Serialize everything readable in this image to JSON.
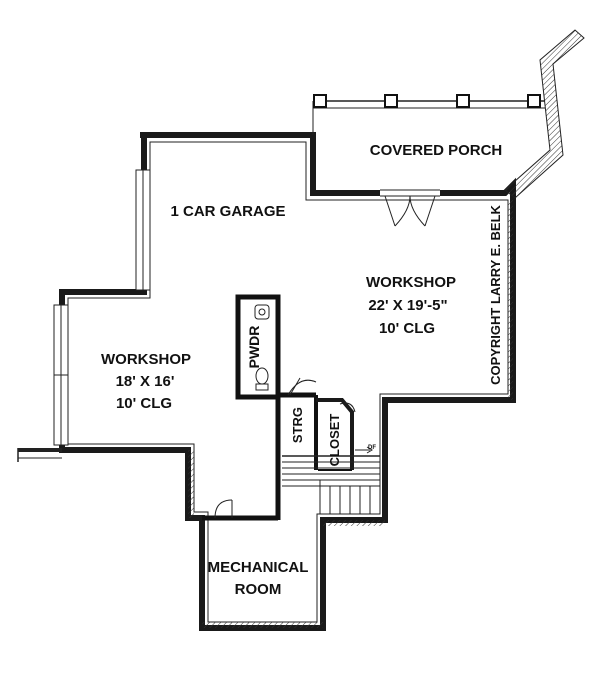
{
  "rooms": {
    "covered_porch": "COVERED PORCH",
    "garage": "1 CAR GARAGE",
    "workshop_large": {
      "name": "WORKSHOP",
      "size": "22' X 19'-5\"",
      "ceiling": "10' CLG"
    },
    "workshop_small": {
      "name": "WORKSHOP",
      "size": "18' X 16'",
      "ceiling": "10' CLG"
    },
    "powder": "PWDR",
    "storage": "STRG",
    "closet": "CLOSET",
    "mechanical": {
      "line1": "MECHANICAL",
      "line2": "ROOM"
    }
  },
  "stair_note": "DF",
  "copyright": "COPYRIGHT LARRY E. BELK"
}
